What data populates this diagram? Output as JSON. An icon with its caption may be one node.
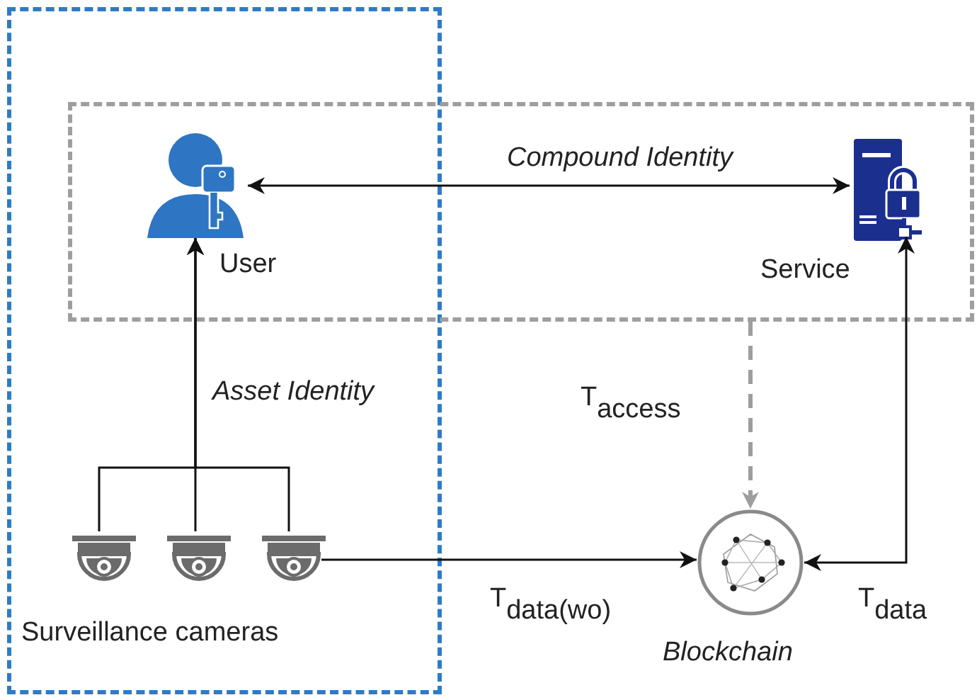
{
  "diagram": {
    "nodes": [
      {
        "text": [],
        "shape": "box"
      },
      {
        "text": [],
        "shape": "box"
      },
      {
        "text": [
          "User"
        ]
      },
      {
        "text": [
          "Service"
        ],
        "in": 1
      },
      {
        "text": [],
        "shape": "camera",
        "in": 0
      },
      {
        "text": [],
        "shape": "camera",
        "in": 0
      },
      {
        "text": [],
        "shape": "camera",
        "in": 0
      },
      {
        "text": [
          "Blockchain"
        ]
      }
    ],
    "edges": [
      {
        "from": 3,
        "to": 2,
        "arrow": "both",
        "label": "Compound Identity"
      },
      {
        "from": 4,
        "to": 2,
        "arrow": "to",
        "label": "Asset Identity"
      },
      {
        "from": 5,
        "to": 2,
        "arrow": "to"
      },
      {
        "from": 6,
        "to": 2,
        "arrow": "to"
      },
      {
        "from": 6,
        "to": 7,
        "arrow": "to",
        "label": "T$_{data(wo)}$"
      },
      {
        "from": 1,
        "to": 7,
        "arrow": "to",
        "label": "T$_{access}$",
        "style": "dashed",
        "color": "#9e9e9e"
      },
      {
        "from": 7,
        "to": 3,
        "arrow": "both",
        "label": "T$_{data}$"
      }
    ],
    "labels": [
      "Surveillance cameras"
    ]
  }
}
